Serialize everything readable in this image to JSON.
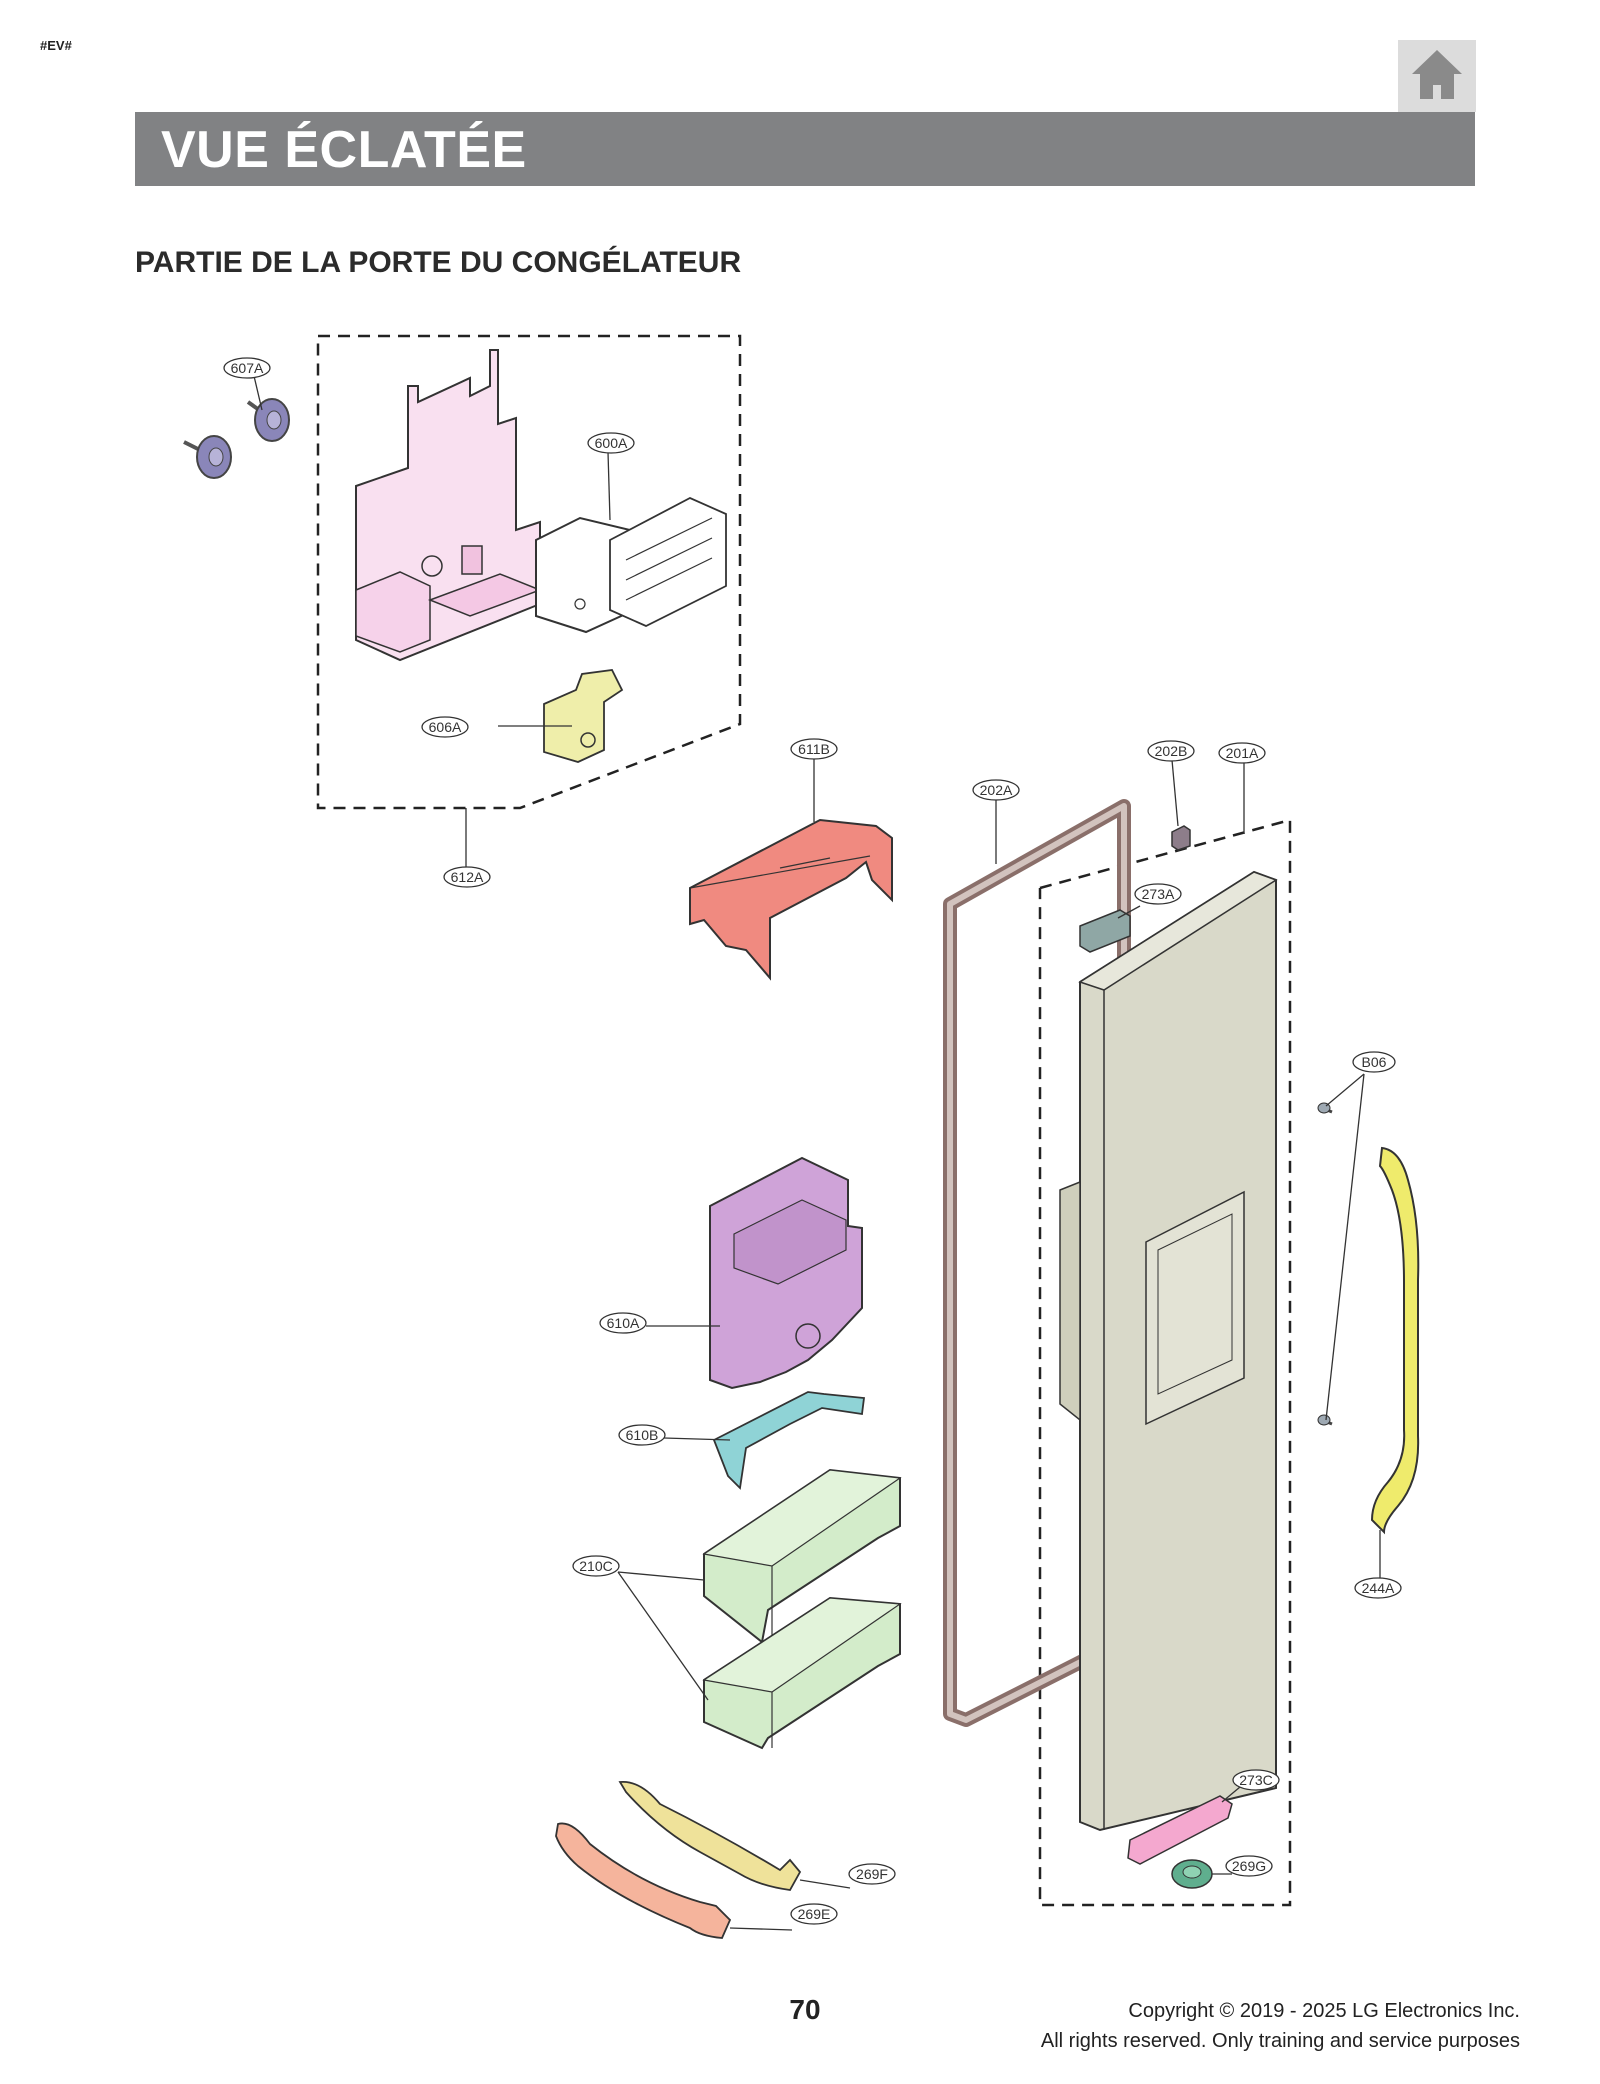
{
  "header": {
    "tag": "#EV#",
    "title": "VUE ÉCLATÉE",
    "home_icon": "home-icon"
  },
  "section": {
    "subtitle": "PARTIE DE LA PORTE DU CONGÉLATEUR"
  },
  "callouts": {
    "c607A": "607A",
    "c600A": "600A",
    "c606A": "606A",
    "c612A": "612A",
    "c611B": "611B",
    "c202B": "202B",
    "c201A": "201A",
    "c202A": "202A",
    "c273A": "273A",
    "cB06": "B06",
    "c610A": "610A",
    "c610B": "610B",
    "c210C": "210C",
    "c244A": "244A",
    "c273C": "273C",
    "c269G": "269G",
    "c269F": "269F",
    "c269E": "269E"
  },
  "part_colors": {
    "icemaker_bracket": "#f9e0f0",
    "cover_611B": "#f08a80",
    "bin_610A": "#cfa3d8",
    "bracket_610B": "#8fd3d6",
    "baskets_210C": "#d3ecca",
    "handle_244A": "#efeb6c",
    "door_201A": "#d9d9c9",
    "gasket_202A": "#8a6f6a",
    "tube_269F": "#efe29a",
    "tube_269E": "#f5b49c",
    "knob_607A": "#8a86b9"
  },
  "footer": {
    "page_number": "70",
    "copyright_line1": "Copyright © 2019 - 2025 LG Electronics Inc.",
    "copyright_line2": "All rights reserved. Only training and service purposes"
  }
}
